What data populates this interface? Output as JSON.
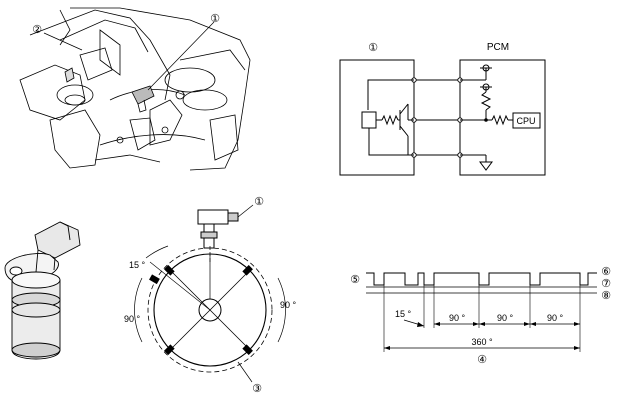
{
  "callouts": {
    "n1": "①",
    "n2": "②",
    "n3": "③",
    "n4": "④",
    "n5": "⑤",
    "n6": "⑥",
    "n7": "⑦",
    "n8": "⑧"
  },
  "circuit": {
    "pcm_label": "PCM",
    "cpu_label": "CPU"
  },
  "rotor": {
    "angle_15": "15 °",
    "angle_90_left": "90 °",
    "angle_90_right": "90 °"
  },
  "waveform": {
    "angle_15": "15 °",
    "angle_90_a": "90 °",
    "angle_90_b": "90 °",
    "angle_90_c": "90 °",
    "angle_360": "360 °"
  }
}
